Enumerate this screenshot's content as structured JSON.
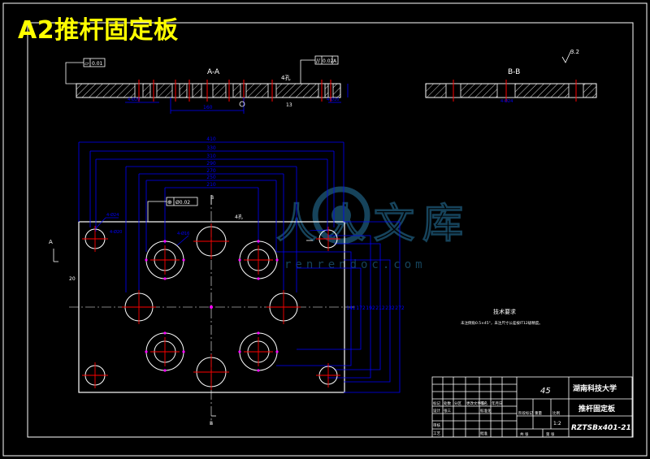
{
  "header": {
    "title": "A2推杆固定板"
  },
  "section_labels": {
    "a": "A-A",
    "b": "B-B",
    "hole_note": "4孔"
  },
  "datum_labels": {
    "a": "A",
    "b": "B"
  },
  "tolerance_frames": {
    "flatness": {
      "symbol": "▱",
      "value": "0.01"
    },
    "parallel": {
      "symbol": "//",
      "value": "0.02",
      "datum": "A"
    },
    "position": {
      "symbol": "⊕",
      "value": "Ø0.02"
    }
  },
  "roughness": "3.2",
  "dimensions": {
    "overall_width": "410",
    "widths": [
      "330",
      "310",
      "290",
      "270",
      "250",
      "210",
      "170"
    ],
    "heights": [
      "272",
      "232",
      "212",
      "192",
      "172",
      "142"
    ],
    "section_depth": "13",
    "section_span": "160",
    "hole_callouts": [
      "4-Ø24",
      "4-Ø20",
      "4-Ø16"
    ],
    "center_mark": "20"
  },
  "tech_req": {
    "title": "技术要求",
    "line1": "未注倒角0.5×45°，未注尺寸公差按IT12级精度。"
  },
  "title_block": {
    "material": "45",
    "school": "湖南科技大学",
    "part_name": "推杆固定板",
    "drawing_no": "RZTSBx401-21",
    "scale": "1:2",
    "row_labels": [
      "标记",
      "处数",
      "分区",
      "更改文件号",
      "签名",
      "年月日"
    ],
    "designer_label": "设计",
    "designer": "张三",
    "standardize_label": "标准化",
    "checker_label": "审核",
    "process_label": "工艺",
    "approve_label": "批准",
    "stage_label": "阶段标记",
    "weight_label": "重量",
    "scale_label": "比例",
    "sheet_total": "共 张",
    "sheet_no": "第 张"
  },
  "watermark": {
    "text1": "人人文库",
    "text2": "renrendoc.com"
  },
  "colors": {
    "background": "#000000",
    "outline": "#ffffff",
    "dimension": "#0000ff",
    "centerline": "#ff0000",
    "title": "#ffff00",
    "watermark": "#1e5a7a"
  }
}
